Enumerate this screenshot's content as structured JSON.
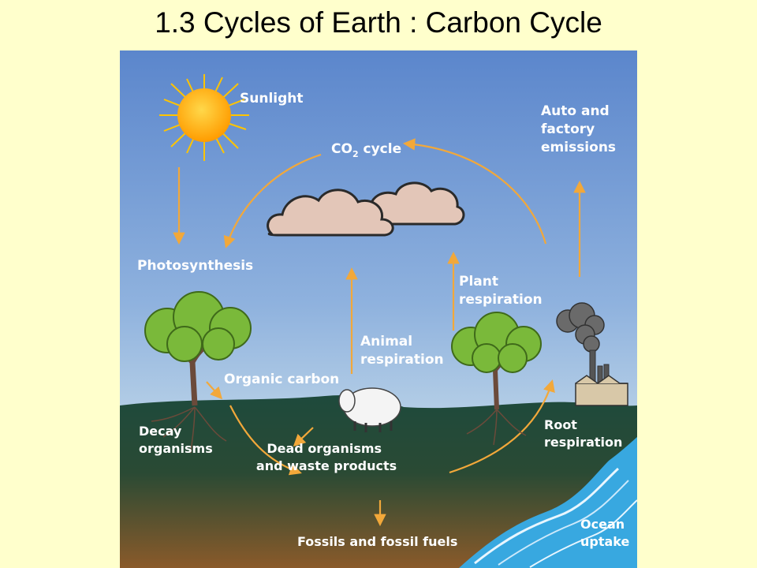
{
  "slide": {
    "title": "1.3 Cycles of Earth : Carbon Cycle"
  },
  "diagram": {
    "labels": {
      "sunlight": "Sunlight",
      "co2_prefix": "CO",
      "co2_sub": "2",
      "co2_suffix": " cycle",
      "auto_line1": "Auto  and",
      "auto_line2": "factory",
      "auto_line3": "emissions",
      "photosynthesis": "Photosynthesis",
      "plant_resp_line1": "Plant",
      "plant_resp_line2": "respiration",
      "animal_resp_line1": "Animal",
      "animal_resp_line2": "respiration",
      "organic_carbon": "Organic carbon",
      "decay_line1": "Decay",
      "decay_line2": "organisms",
      "dead_line1": "Dead organisms",
      "dead_line2": "and waste products",
      "root_line1": "Root",
      "root_line2": "respiration",
      "fossils": "Fossils  and  fossil  fuels",
      "ocean_line1": "Ocean",
      "ocean_line2": "uptake"
    },
    "colors": {
      "sky_top": "#5b86cc",
      "sky_bottom": "#b4cee6",
      "ground_top": "#1e4a3c",
      "ground_bottom": "#8a5a2a",
      "arrow": "#f2a83a",
      "sun": "#ffb000",
      "ocean": "#38a8e0"
    }
  }
}
